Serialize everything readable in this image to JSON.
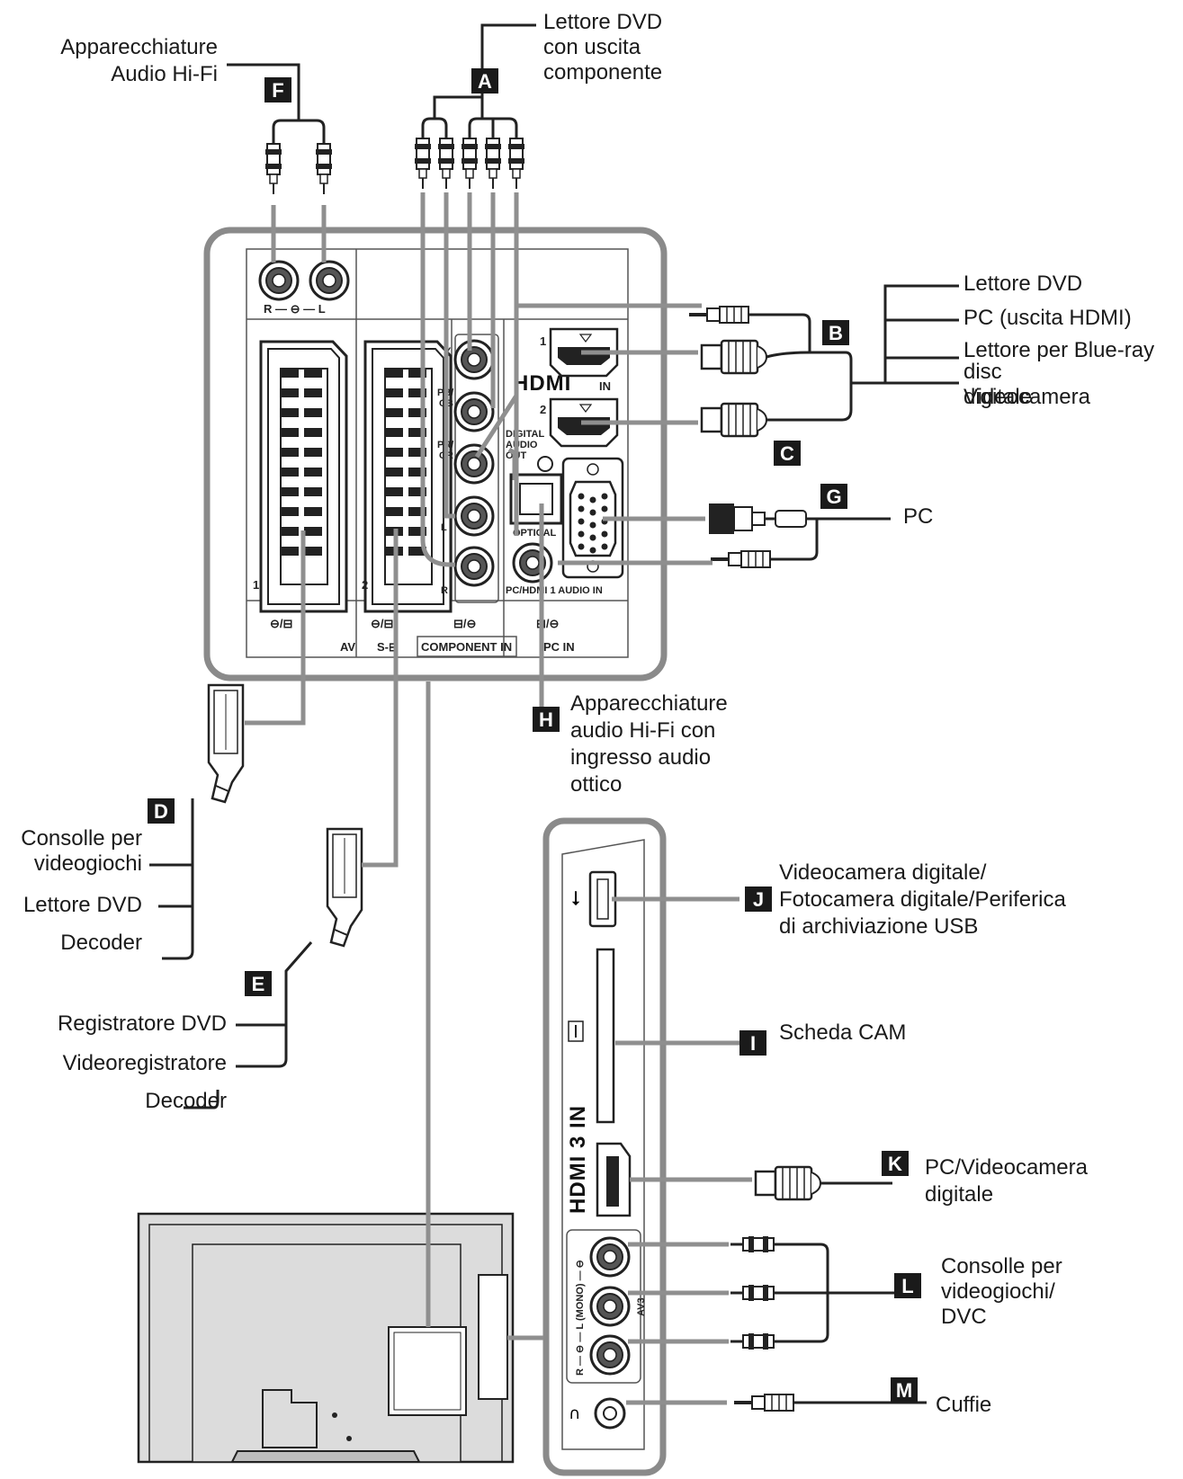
{
  "labels": {
    "A": "Lettore DVD\ncon uscita\ncomponente",
    "B_C": "Lettore DVD\nPC (uscita HDMI)\nLettore per Blue-ray\ndisc\nVideocamera\ndigitale",
    "D": "Consolle per\nvideogiochi\nLettore DVD\nDecoder",
    "E": "Registratore DVD\nVideoregistratore\nDecoder",
    "F": "Apparecchiature\nAudio Hi-Fi",
    "G": "PC",
    "H": "Apparecchiature\naudio Hi-Fi con\ningresso audio\nottico",
    "I": "Scheda CAM",
    "J": "Videocamera digitale/\nFotocamera digitale/Periferica\ndi archiviazione USB",
    "K": "PC/Videocamera\ndigitale",
    "L": "Consolle per\nvideogiochi/\nDVC",
    "M": "Cuffie"
  },
  "badges": [
    "A",
    "B",
    "C",
    "D",
    "E",
    "F",
    "G",
    "H",
    "I",
    "J",
    "K",
    "L",
    "M"
  ],
  "panel_text": {
    "audio_out_label": "R — ⊖ — L",
    "scart1_num": "1",
    "scart2_num": "2",
    "av_label": "AV",
    "s_label": "S-⊟",
    "component_label": "COMPONENT IN",
    "pc_in_label": "PC IN",
    "hdmi_logo": "HDMI",
    "hdmi_in": "IN",
    "hdmi_1": "1",
    "hdmi_2": "2",
    "digital_audio_out": "DIGITAL\nAUDIO\nOUT",
    "optical": "OPTICAL",
    "pc_hdmi_audio_in": "PC/HDMI 1 AUDIO IN",
    "comp_y": "Y",
    "comp_pb": "PB/\nCB",
    "comp_pr": "PR/\nCR",
    "comp_l": "L",
    "comp_r": "R",
    "side_hdmi": "HDMI 3 IN",
    "side_av": "R — ⊖ — L (MONO) — ⊖",
    "side_av3": "AV3"
  },
  "icons": [
    "usb-icon",
    "headphone-icon",
    "cam-slot-icon",
    "scart-plug-icon",
    "rca-plug-icon",
    "hdmi-plug-icon",
    "vga-plug-icon",
    "minijack-plug-icon"
  ],
  "colors": {
    "badge": "#1a1a1a",
    "arrow": "#8f8f8f",
    "panel_border": "#8a8a8a",
    "cable": "#222222"
  }
}
